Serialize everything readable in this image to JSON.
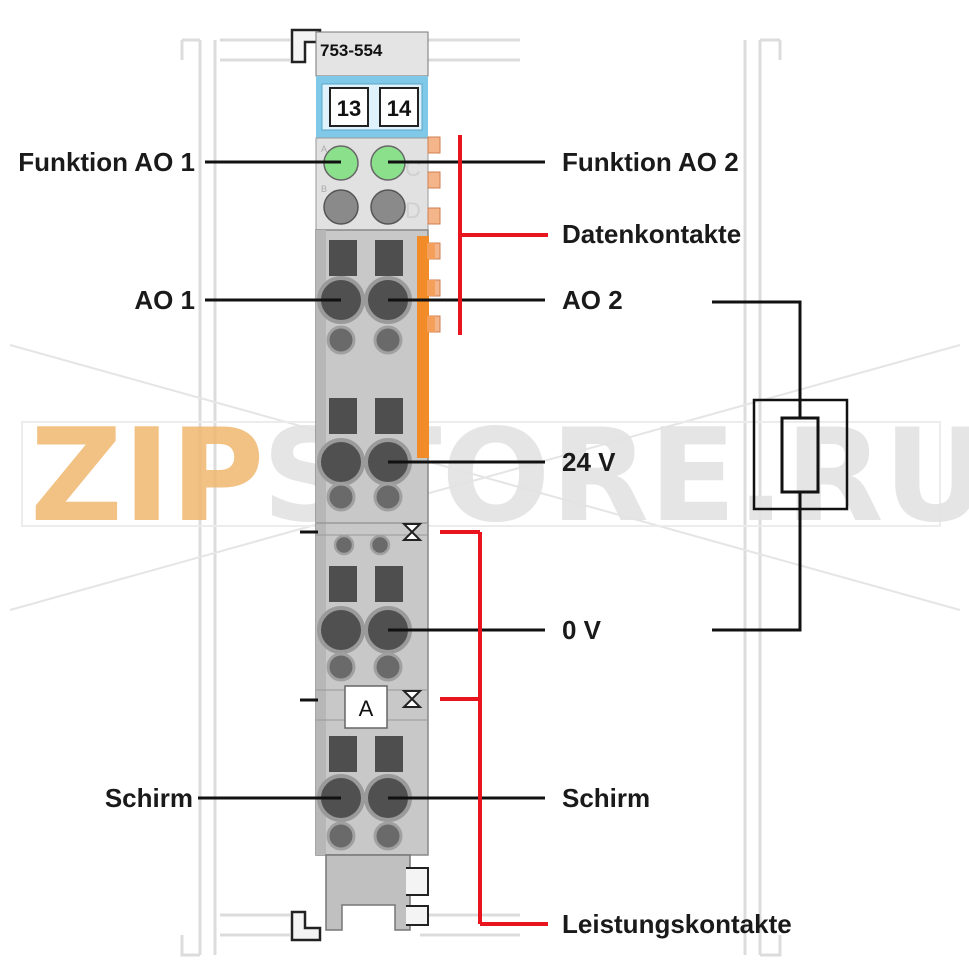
{
  "module": {
    "part_number": "753-554",
    "marker_left": "13",
    "marker_right": "14",
    "led_letters": [
      "A",
      "B",
      "C",
      "D"
    ],
    "slot_label": "A"
  },
  "labels": {
    "funktion_ao1": "Funktion AO 1",
    "funktion_ao2": "Funktion AO 2",
    "datenkontakte": "Datenkontakte",
    "ao1": "AO 1",
    "ao2": "AO 2",
    "v24": "24 V",
    "v0": "0 V",
    "schirm_left": "Schirm",
    "schirm_right": "Schirm",
    "leistungskontakte": "Leistungskontakte"
  },
  "watermark": {
    "text_left": "ZIP",
    "text_right": "STORE.RU",
    "color_left": "#f0b76f",
    "color_right": "#e3e3e3"
  },
  "colors": {
    "body_gray": "#c8c8c8",
    "light_gray": "#e1e1e1",
    "marker_blue": "#7fc8e8",
    "led_green": "#8be08b",
    "contact_orange": "#f28c28",
    "red_bracket": "#e8141e",
    "dark_terminal": "#505050"
  }
}
